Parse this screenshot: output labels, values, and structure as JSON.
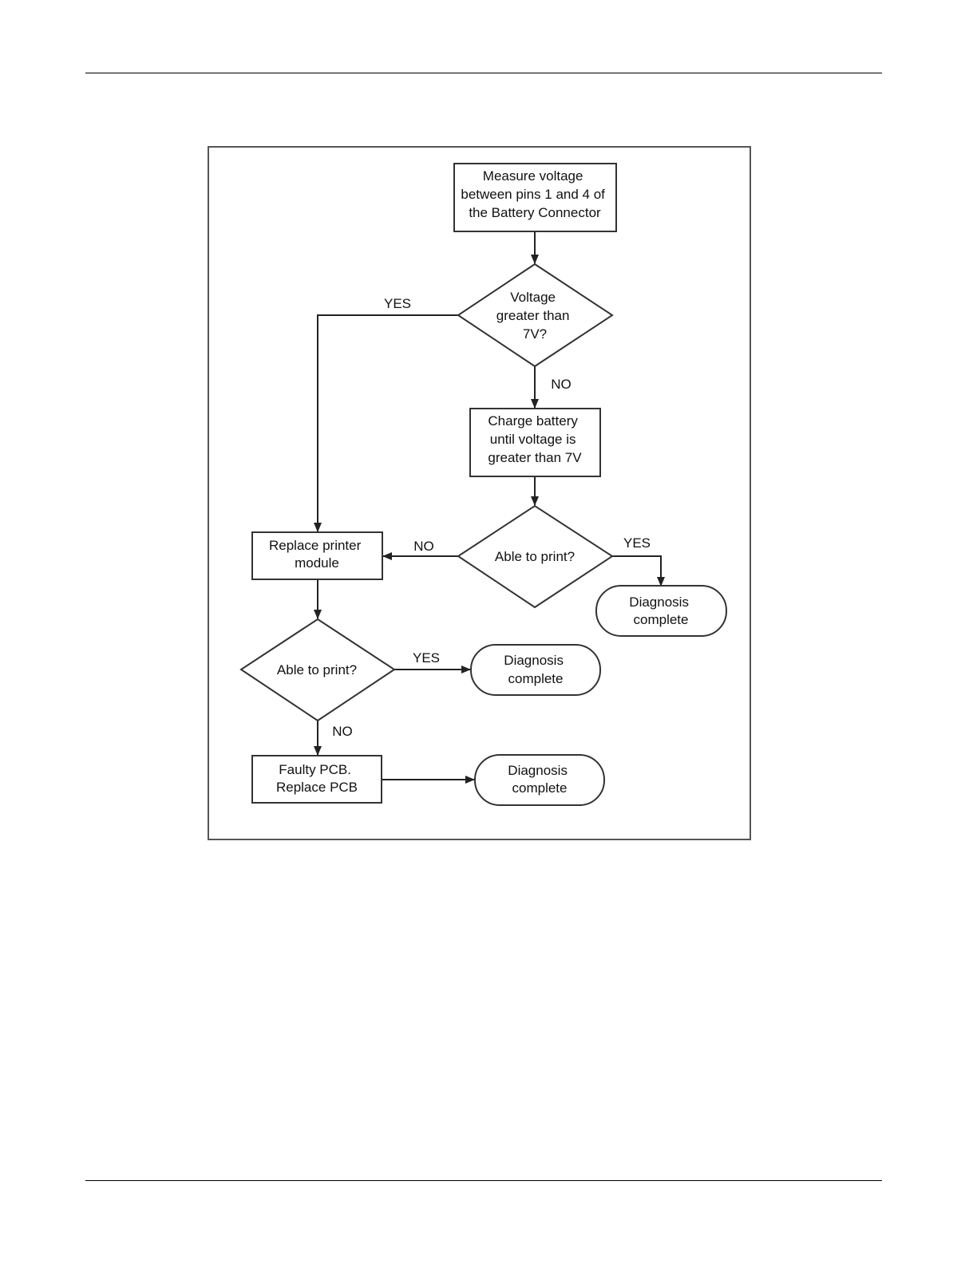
{
  "flowchart": {
    "nodes": {
      "measure": {
        "lines": [
          "Measure voltage",
          "between pins 1 and 4 of",
          "the Battery Connector"
        ]
      },
      "voltage_check": {
        "lines": [
          "Voltage",
          "greater than",
          "7V?"
        ]
      },
      "charge": {
        "lines": [
          "Charge battery",
          "until voltage is",
          "greater than 7V"
        ]
      },
      "print_check_1": {
        "lines": [
          "Able to print?"
        ]
      },
      "diagnosis_1": {
        "lines": [
          "Diagnosis",
          "complete"
        ]
      },
      "replace_printer": {
        "lines": [
          "Replace printer",
          "module"
        ]
      },
      "print_check_2": {
        "lines": [
          "Able to print?"
        ]
      },
      "diagnosis_2": {
        "lines": [
          "Diagnosis",
          "complete"
        ]
      },
      "faulty_pcb": {
        "lines": [
          "Faulty PCB.",
          "Replace PCB"
        ]
      },
      "diagnosis_3": {
        "lines": [
          "Diagnosis",
          "complete"
        ]
      }
    },
    "edges": {
      "voltage_yes": "YES",
      "voltage_no": "NO",
      "print1_no": "NO",
      "print1_yes": "YES",
      "print2_yes": "YES",
      "print2_no": "NO"
    }
  }
}
